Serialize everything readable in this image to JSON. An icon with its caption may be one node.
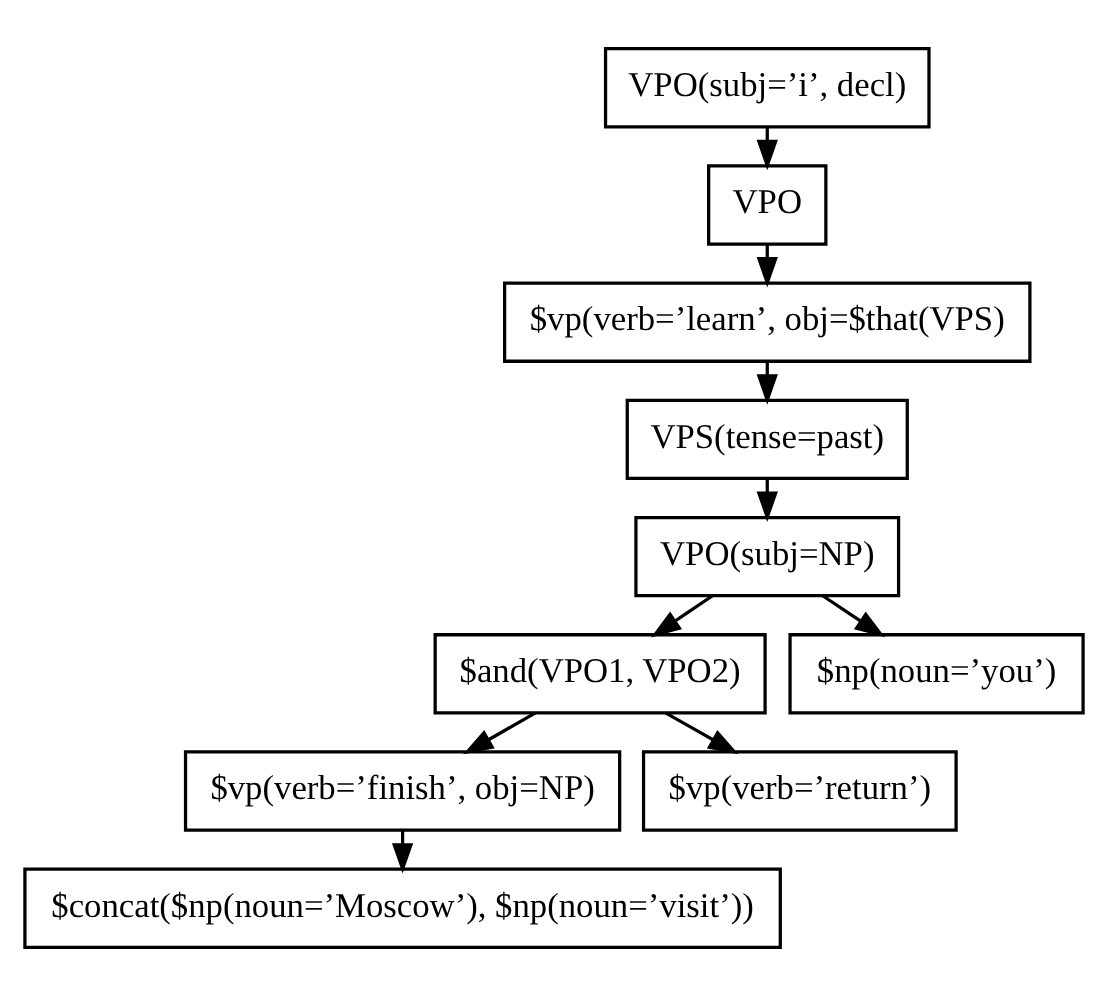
{
  "diagram": {
    "nodes": [
      {
        "text": [
          "VPO(subj=’i’, decl)"
        ]
      },
      {
        "text": [
          "VPO"
        ]
      },
      {
        "text": [
          "$vp(verb=’learn’, obj=$that(VPS)"
        ]
      },
      {
        "text": [
          "VPS(tense=past)"
        ]
      },
      {
        "text": [
          "VPO(subj=NP)"
        ]
      },
      {
        "text": [
          "$and(VPO1, VPO2)"
        ]
      },
      {
        "text": [
          "$np(noun=’you’)"
        ]
      },
      {
        "text": [
          "$vp(verb=’finish’, obj=NP)"
        ]
      },
      {
        "text": [
          "$vp(verb=’return’)"
        ]
      },
      {
        "text": [
          "$concat($np(noun=’Moscow’), $np(noun=’visit’))"
        ]
      }
    ],
    "edges": [
      {
        "from": 0,
        "to": 1,
        "arrow": "to"
      },
      {
        "from": 1,
        "to": 2,
        "arrow": "to"
      },
      {
        "from": 2,
        "to": 3,
        "arrow": "to"
      },
      {
        "from": 3,
        "to": 4,
        "arrow": "to"
      },
      {
        "from": 4,
        "to": 5,
        "arrow": "to"
      },
      {
        "from": 4,
        "to": 6,
        "arrow": "to"
      },
      {
        "from": 5,
        "to": 7,
        "arrow": "to"
      },
      {
        "from": 5,
        "to": 8,
        "arrow": "to"
      },
      {
        "from": 7,
        "to": 9,
        "arrow": "to"
      }
    ]
  }
}
